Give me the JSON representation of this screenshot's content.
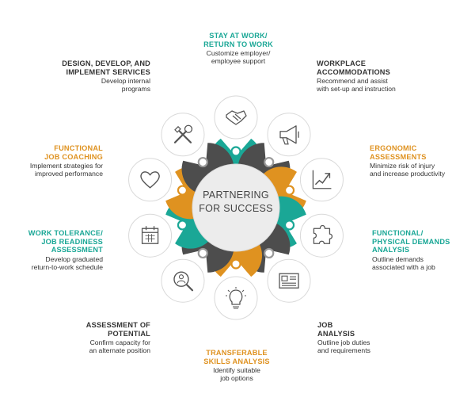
{
  "colors": {
    "teal": "#1aa796",
    "orange": "#df9220",
    "gray": "#4d4d4d",
    "node_gray": "#9a9a9a"
  },
  "center": {
    "line1": "PARTNERING",
    "line2": "FOR SUCCESS"
  },
  "items": [
    {
      "id": "stay-at-work",
      "color": "teal",
      "icon": "handshake-icon",
      "title1": "STAY AT WORK/",
      "title2": "RETURN TO WORK",
      "desc1": "Customize employer/",
      "desc2": "employee support"
    },
    {
      "id": "workplace-accommodations",
      "color": "gray",
      "icon": "megaphone-icon",
      "title1": "WORKPLACE",
      "title2": "ACCOMMODATIONS",
      "desc1": "Recommend and assist",
      "desc2": "with set-up and instruction"
    },
    {
      "id": "ergonomic-assessments",
      "color": "orange",
      "icon": "chart-trend-icon",
      "title1": "ERGONOMIC",
      "title2": "ASSESSMENTS",
      "desc1": "Minimize risk of injury",
      "desc2": "and increase productivity"
    },
    {
      "id": "functional-physical-demands",
      "color": "teal",
      "icon": "puzzle-icon",
      "title1": "FUNCTIONAL/",
      "title2": "PHYSICAL DEMANDS",
      "title3": "ANALYSIS",
      "desc1": "Outline demands",
      "desc2": "associated with a job"
    },
    {
      "id": "job-analysis",
      "color": "gray",
      "icon": "document-icon",
      "title1": "JOB",
      "title2": "ANALYSIS",
      "desc1": "Outline job duties",
      "desc2": "and requirements"
    },
    {
      "id": "transferable-skills",
      "color": "orange",
      "icon": "lightbulb-icon",
      "title1": "TRANSFERABLE",
      "title2": "SKILLS ANALYSIS",
      "desc1": "Identify suitable",
      "desc2": "job options"
    },
    {
      "id": "assessment-of-potential",
      "color": "gray",
      "icon": "magnifier-person-icon",
      "title1": "ASSESSMENT OF",
      "title2": "POTENTIAL",
      "desc1": "Confirm capacity for",
      "desc2": "an alternate position"
    },
    {
      "id": "work-tolerance",
      "color": "teal",
      "icon": "calendar-icon",
      "title1": "WORK TOLERANCE/",
      "title2": "JOB READINESS",
      "title3": "ASSESSMENT",
      "desc1": "Develop graduated",
      "desc2": "return-to-work schedule"
    },
    {
      "id": "functional-job-coaching",
      "color": "orange",
      "icon": "heart-icon",
      "title1": "FUNCTIONAL",
      "title2": "JOB COACHING",
      "desc1": "Implement strategies for",
      "desc2": "improved performance"
    },
    {
      "id": "design-develop-implement",
      "color": "gray",
      "icon": "tools-icon",
      "title1": "DESIGN, DEVELOP, AND",
      "title2": "IMPLEMENT SERVICES",
      "desc1": "Develop internal",
      "desc2": "programs"
    }
  ]
}
